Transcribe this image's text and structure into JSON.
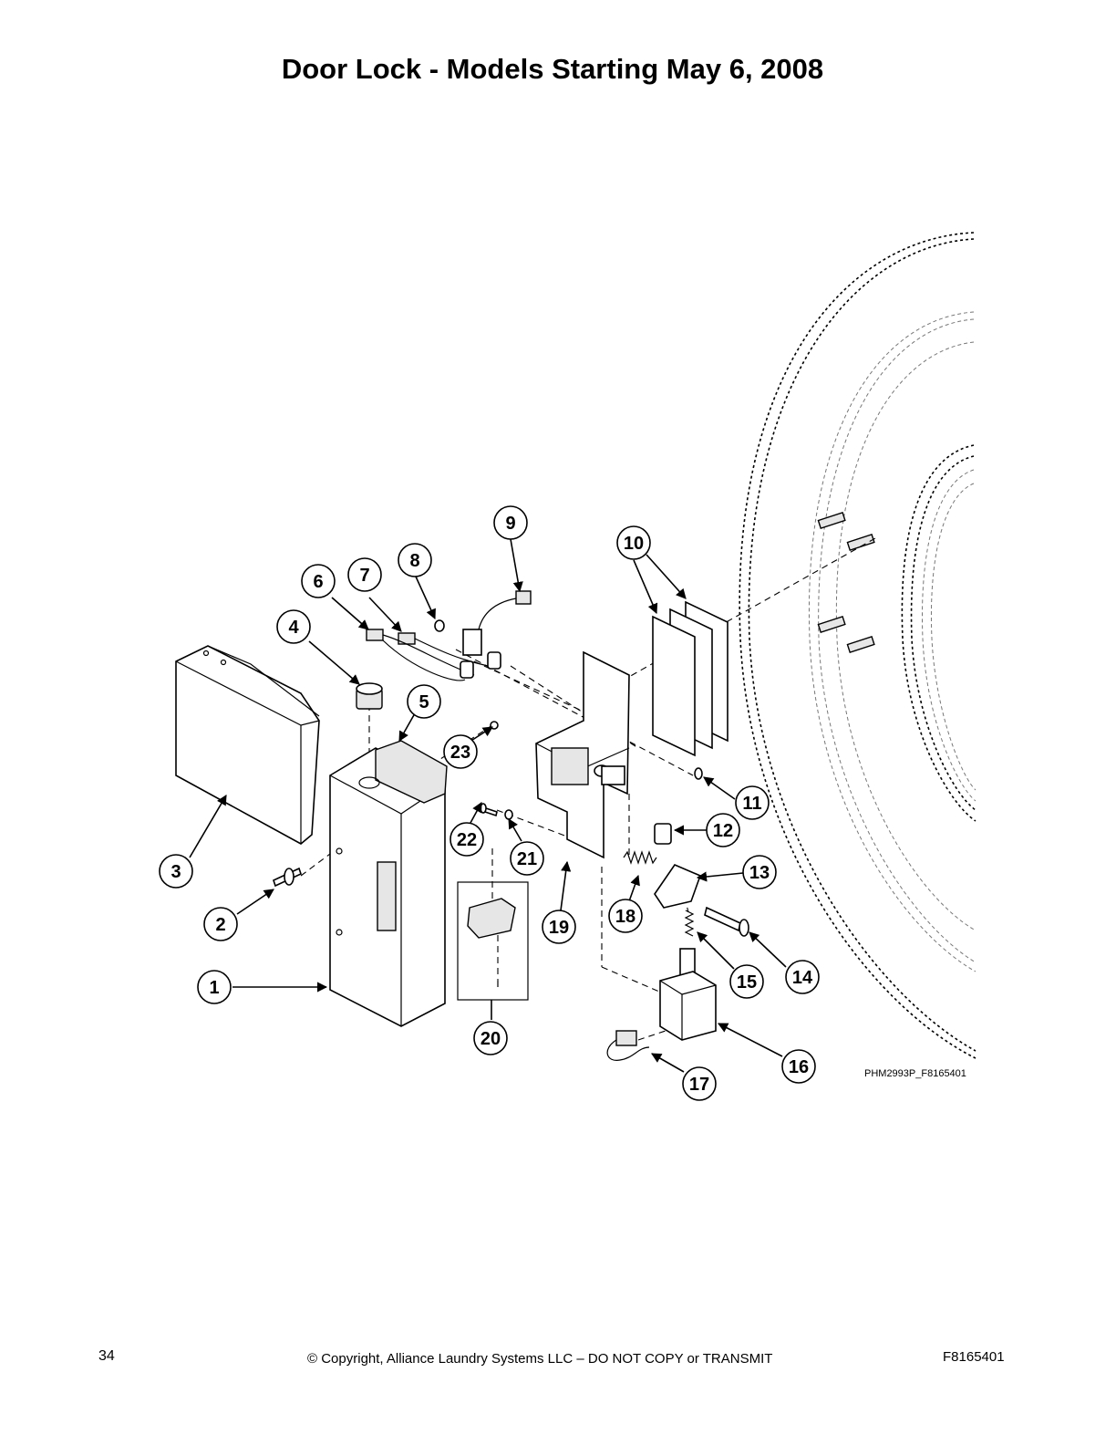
{
  "page": {
    "title": "Door Lock - Models Starting May 6, 2008",
    "page_number": "34",
    "copyright": "© Copyright, Alliance Laundry Systems LLC – DO NOT COPY or TRANSMIT",
    "document_code": "F8165401",
    "drawing_code": "PHM2993P_F8165401"
  },
  "callouts": {
    "c1": "1",
    "c2": "2",
    "c3": "3",
    "c4": "4",
    "c5": "5",
    "c6": "6",
    "c7": "7",
    "c8": "8",
    "c9": "9",
    "c10": "10",
    "c11": "11",
    "c12": "12",
    "c13": "13",
    "c14": "14",
    "c15": "15",
    "c16": "16",
    "c17": "17",
    "c18": "18",
    "c19": "19",
    "c20": "20",
    "c21": "21",
    "c22": "22",
    "c23": "23"
  }
}
